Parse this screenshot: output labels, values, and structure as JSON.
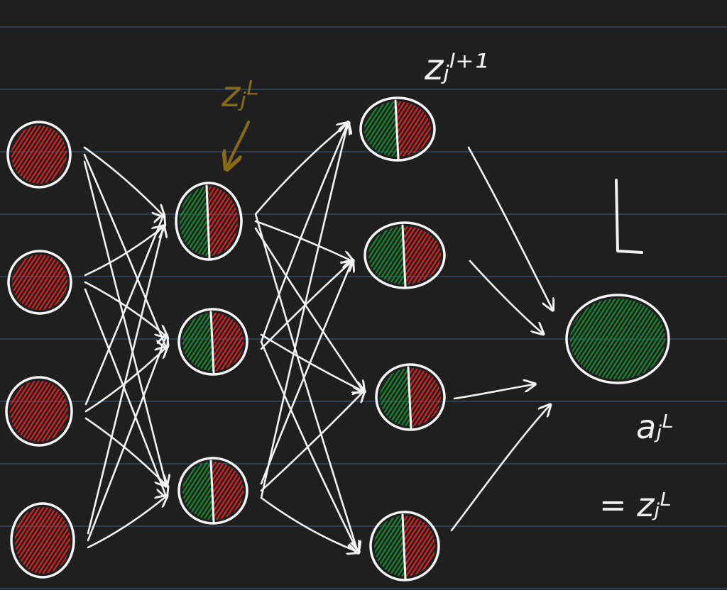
{
  "diagram": {
    "background": "#1f1f1f",
    "rule_color": "#2b4a66",
    "colors": {
      "red": "#e02020",
      "green": "#138a2e",
      "ink": "#f2f2f2",
      "gold": "#8a6a12"
    },
    "labels": {
      "z_j_l_annot": "zⱼᴸ",
      "z_j_l1": "zⱼˡ⁺¹",
      "L": "L",
      "a_j_L": "aⱼᴸ",
      "eq_z_j_L": "= zⱼᴸ"
    },
    "layers": [
      {
        "name": "input",
        "nodes": [
          {
            "id": "in1",
            "fill": "red"
          },
          {
            "id": "in2",
            "fill": "red"
          },
          {
            "id": "in3",
            "fill": "red"
          },
          {
            "id": "in4",
            "fill": "red"
          }
        ]
      },
      {
        "name": "hidden-l",
        "nodes": [
          {
            "id": "h1",
            "fill": "split"
          },
          {
            "id": "h2",
            "fill": "split"
          },
          {
            "id": "h3",
            "fill": "split"
          }
        ]
      },
      {
        "name": "hidden-l1",
        "nodes": [
          {
            "id": "g1",
            "fill": "split"
          },
          {
            "id": "g2",
            "fill": "split"
          },
          {
            "id": "g3",
            "fill": "split"
          },
          {
            "id": "g4",
            "fill": "split"
          }
        ]
      },
      {
        "name": "output",
        "nodes": [
          {
            "id": "out",
            "fill": "green"
          }
        ]
      }
    ]
  }
}
